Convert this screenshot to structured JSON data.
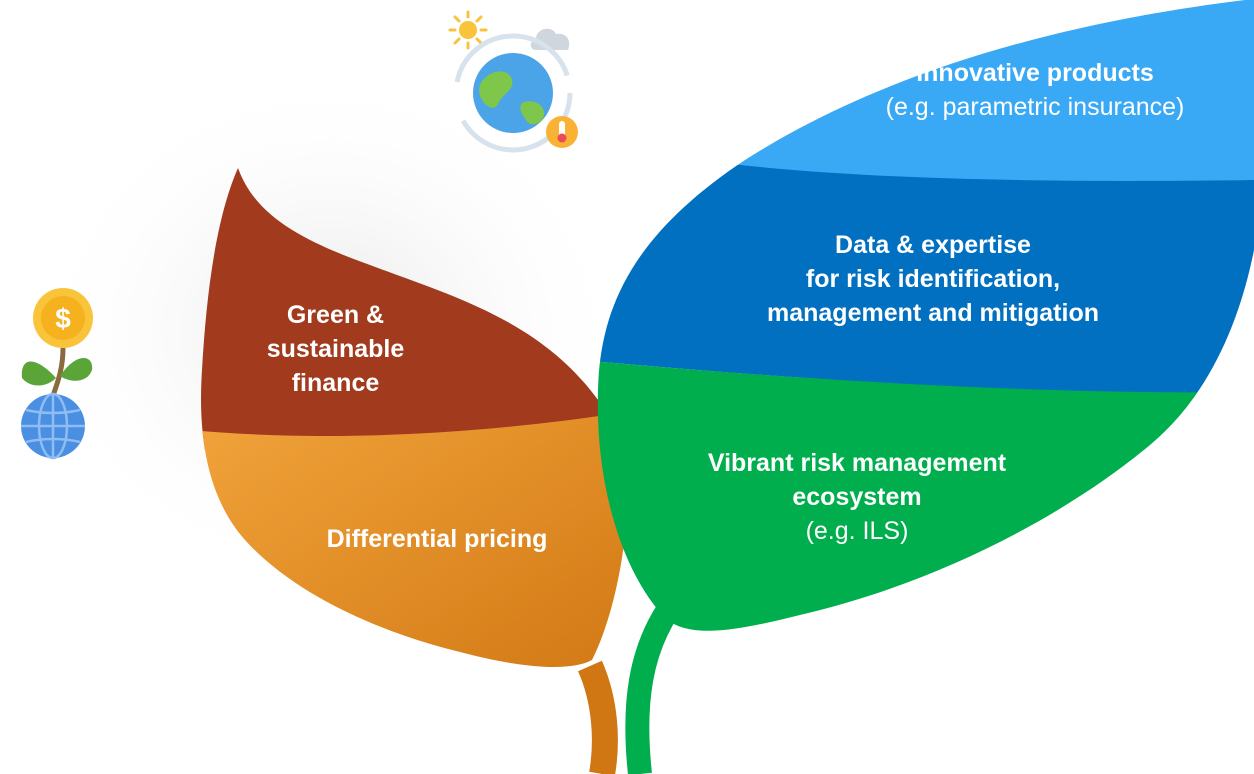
{
  "leaves": {
    "innovative": {
      "title": "Innovative products",
      "subtitle": "(e.g. parametric insurance)",
      "color": "#3AA9F5"
    },
    "data": {
      "title_lines": [
        "Data & expertise",
        "for risk identification,",
        "management and mitigation"
      ],
      "color": "#0170C0"
    },
    "vibrant": {
      "title_lines": [
        "Vibrant risk management",
        "ecosystem"
      ],
      "subtitle": "(e.g. ILS)",
      "color": "#00AE4D"
    },
    "green": {
      "title_lines": [
        "Green &",
        "sustainable",
        "finance"
      ],
      "color": "#A23A1E"
    },
    "pricing": {
      "title": "Differential pricing",
      "color": "#E08A22"
    }
  },
  "icons": {
    "globe_climate": "globe-climate-icon",
    "money_plant": "money-plant-icon"
  }
}
